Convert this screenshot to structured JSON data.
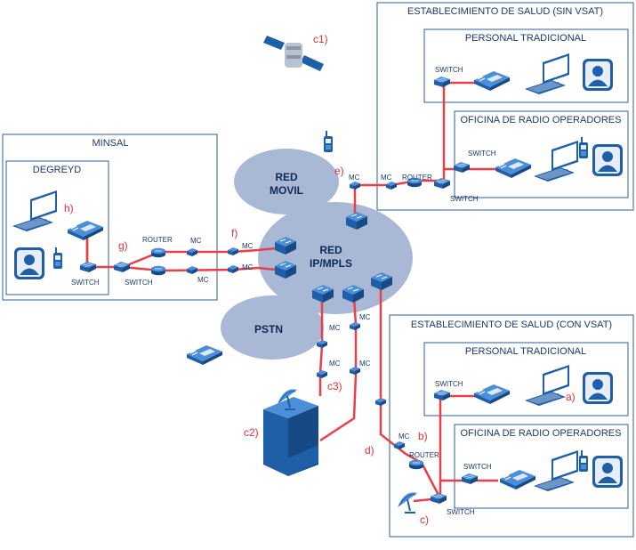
{
  "sites": {
    "sin_vsat": {
      "title": "ESTABLECIMIENTO DE SALUD (SIN VSAT)",
      "personal": "PERSONAL TRADICIONAL",
      "radio": "OFICINA DE RADIO OPERADORES"
    },
    "con_vsat": {
      "title": "ESTABLECIMIENTO DE SALUD (CON VSAT)",
      "personal": "PERSONAL TRADICIONAL",
      "radio": "OFICINA DE RADIO OPERADORES"
    },
    "minsal": {
      "title": "MINSAL",
      "sub": "DEGREYD"
    }
  },
  "clouds": {
    "movil": [
      "RED",
      "MOVIL"
    ],
    "ipmpls": [
      "RED",
      "IP/MPLS"
    ],
    "pstn": "PSTN"
  },
  "devices": {
    "switch": "SWITCH",
    "router": "ROUTER",
    "mc": "MC"
  },
  "markers": {
    "a": "a)",
    "b": "b)",
    "c": "c)",
    "c1": "c1)",
    "c2": "c2)",
    "c3": "c3)",
    "d": "d)",
    "e": "e)",
    "f": "f)",
    "g": "g)",
    "h": "h)"
  },
  "colors": {
    "box_border": "#2a5c9a",
    "cloud": "#a9b8d4",
    "link": "#e8404a",
    "device": "#1f5fa8",
    "text": "#1a3a6e",
    "marker": "#e0303a"
  }
}
